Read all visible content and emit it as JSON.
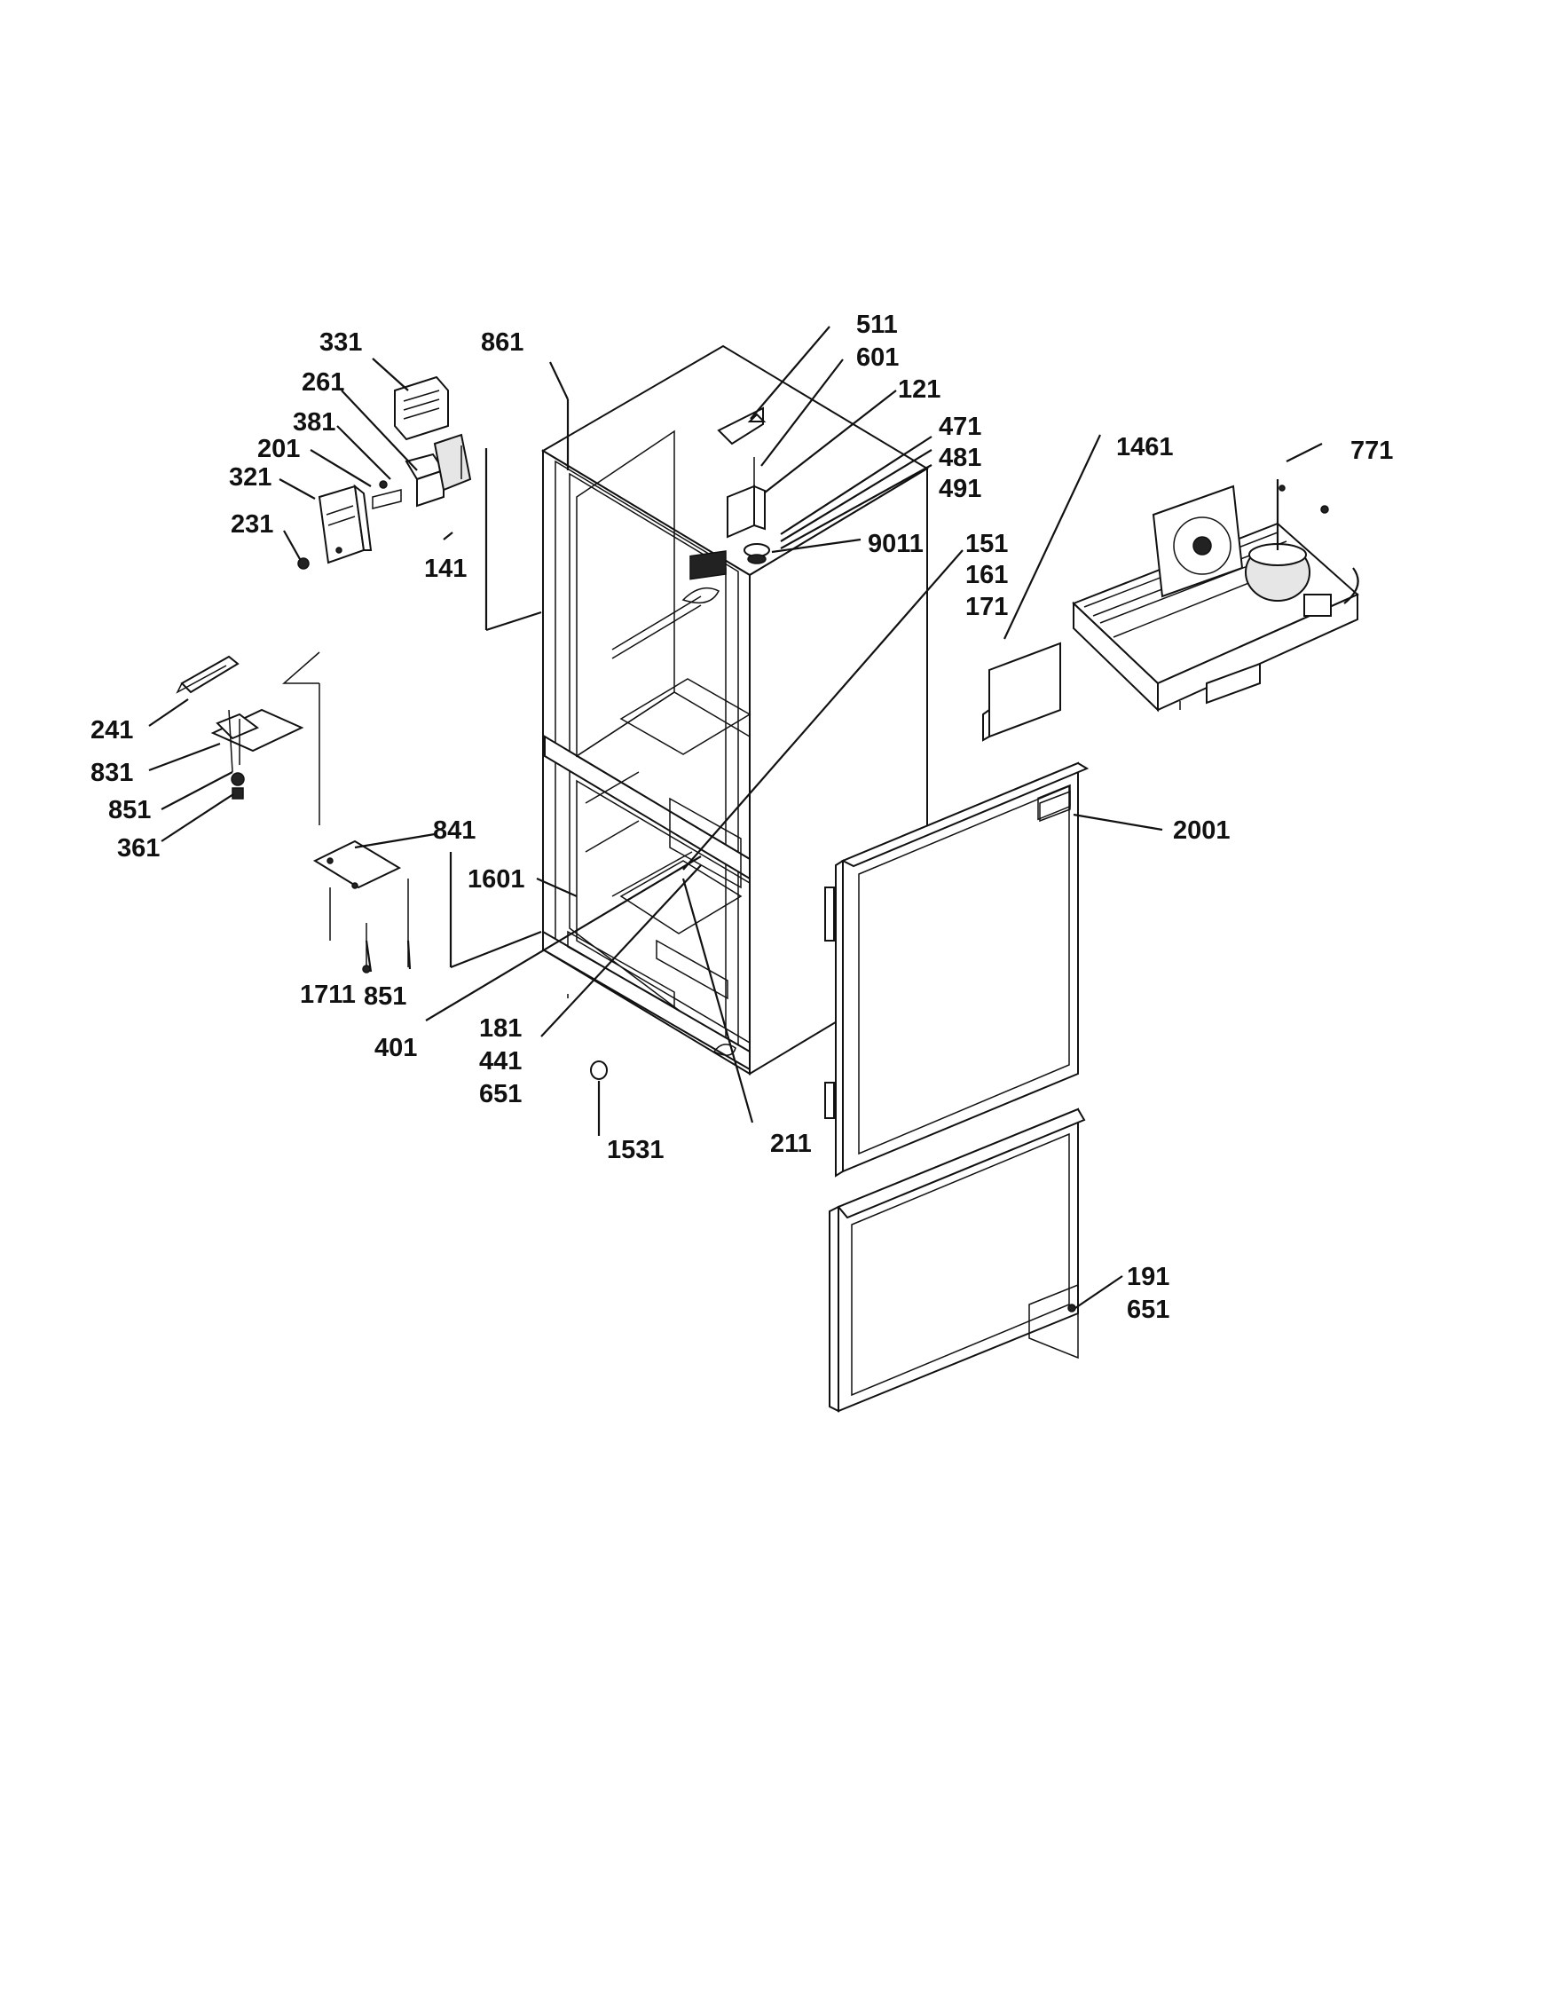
{
  "diagram": {
    "colors": {
      "ink": "#111111",
      "background": "#ffffff"
    },
    "callouts": [
      {
        "id": "c331",
        "lines": [
          "331"
        ]
      },
      {
        "id": "c861",
        "lines": [
          "861"
        ]
      },
      {
        "id": "c511",
        "lines": [
          "511"
        ]
      },
      {
        "id": "c601",
        "lines": [
          "601"
        ]
      },
      {
        "id": "c121",
        "lines": [
          "121"
        ]
      },
      {
        "id": "c261",
        "lines": [
          "261"
        ]
      },
      {
        "id": "c381",
        "lines": [
          "381"
        ]
      },
      {
        "id": "c201",
        "lines": [
          "201"
        ]
      },
      {
        "id": "c321",
        "lines": [
          "321"
        ]
      },
      {
        "id": "c231",
        "lines": [
          "231"
        ]
      },
      {
        "id": "c141",
        "lines": [
          "141"
        ]
      },
      {
        "id": "c471",
        "lines": [
          "471",
          "481",
          "491"
        ]
      },
      {
        "id": "c1461",
        "lines": [
          "1461"
        ]
      },
      {
        "id": "c771",
        "lines": [
          "771"
        ]
      },
      {
        "id": "c9011",
        "lines": [
          "9011"
        ]
      },
      {
        "id": "c151",
        "lines": [
          "151",
          "161",
          "171"
        ]
      },
      {
        "id": "c241",
        "lines": [
          "241"
        ]
      },
      {
        "id": "c831",
        "lines": [
          "831"
        ]
      },
      {
        "id": "c851a",
        "lines": [
          "851"
        ]
      },
      {
        "id": "c361",
        "lines": [
          "361"
        ]
      },
      {
        "id": "c841",
        "lines": [
          "841"
        ]
      },
      {
        "id": "c2001",
        "lines": [
          "2001"
        ]
      },
      {
        "id": "c1601",
        "lines": [
          "1601"
        ]
      },
      {
        "id": "c1711",
        "lines": [
          "1711"
        ]
      },
      {
        "id": "c851b",
        "lines": [
          "851"
        ]
      },
      {
        "id": "c401",
        "lines": [
          "401"
        ]
      },
      {
        "id": "c181",
        "lines": [
          "181",
          "441",
          "651"
        ]
      },
      {
        "id": "c1531",
        "lines": [
          "1531"
        ]
      },
      {
        "id": "c211",
        "lines": [
          "211"
        ]
      },
      {
        "id": "c191",
        "lines": [
          "191",
          "651"
        ]
      }
    ]
  }
}
